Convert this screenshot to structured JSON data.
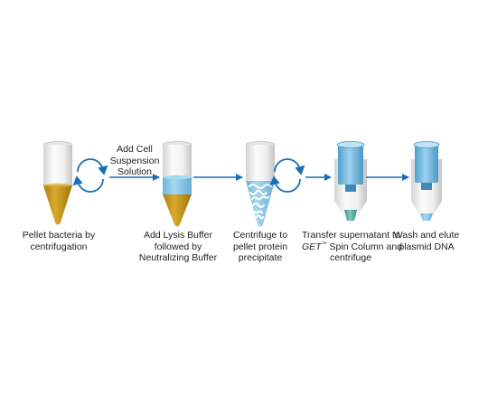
{
  "steps": [
    {
      "lines": [
        "Pellet bacteria by",
        "centrifugation"
      ]
    },
    {
      "lines": [
        "Add Lysis Buffer",
        "followed by",
        "Neutralizing Buffer"
      ]
    },
    {
      "lines": [
        "Centrifuge to",
        "pellet protein",
        "precipitate"
      ]
    },
    {
      "lines": [
        "Transfer supernatant to",
        "GET",
        "Spin Column and",
        "centrifuge"
      ],
      "tm": "™"
    },
    {
      "lines": [
        "Wash and elute",
        "plasmid DNA"
      ]
    }
  ],
  "transition_label": {
    "lines": [
      "Add Cell",
      "Suspension",
      "Solution"
    ]
  },
  "colors": {
    "arrow": "#1a6fb5",
    "tube_body": "#f1f1f1",
    "tube_shade": "#c8c8c8",
    "bacteria_pellet": "#c99a1a",
    "lysis_buffer": "#8cc8e6",
    "spin_column": "#7fbfe2",
    "eluate": "#5fb3a8"
  }
}
